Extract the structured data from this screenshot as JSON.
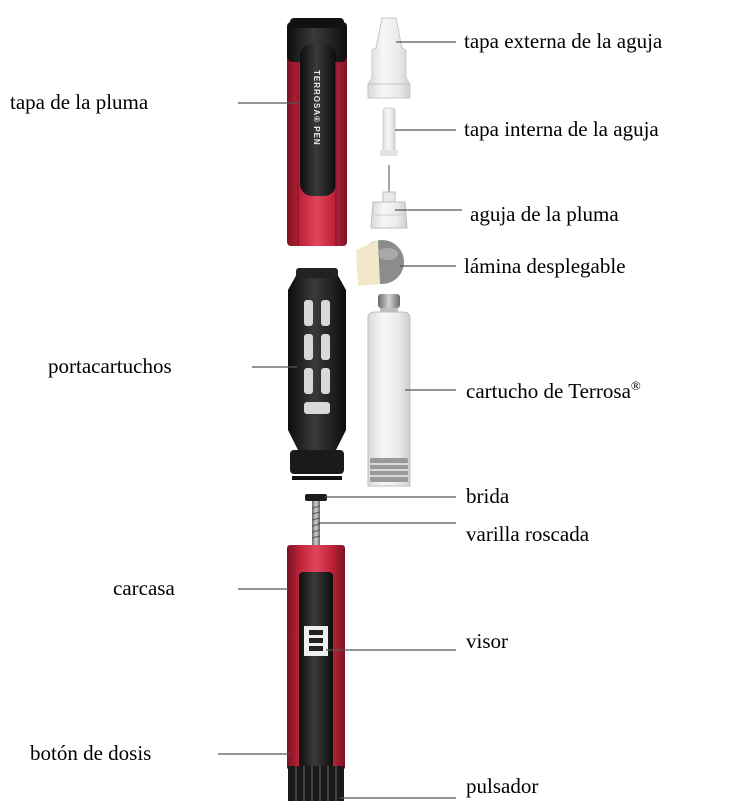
{
  "labels": {
    "pen_cap": "tapa de la pluma",
    "cartridge_holder": "portacartuchos",
    "housing": "carcasa",
    "dose_button": "botón de dosis",
    "outer_needle_cap": "tapa externa de la aguja",
    "inner_needle_cap": "tapa interna de la aguja",
    "pen_needle": "aguja de la pluma",
    "peel_tab": "lámina desplegable",
    "cartridge": "cartucho de Terrosa",
    "registered_mark": "®",
    "flange": "brida",
    "threaded_rod": "varilla roscada",
    "viewer": "visor",
    "plunger": "pulsador"
  },
  "pen_cap_imprint": "TERROSA® PEN",
  "colors": {
    "pen_red": "#c5263d",
    "pen_dark_red": "#8e1628",
    "black": "#1c1c1c",
    "leader_line": "#555555"
  }
}
